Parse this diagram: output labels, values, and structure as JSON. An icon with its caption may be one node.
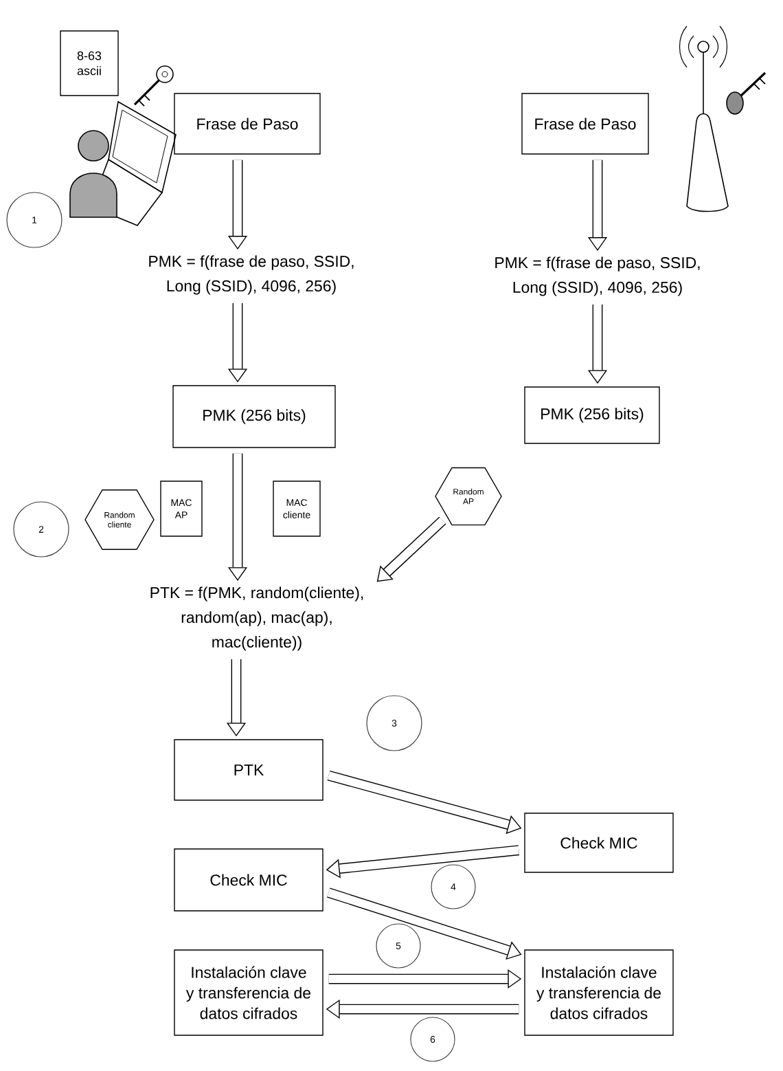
{
  "diagram": {
    "nodes": [
      {
        "text": [
          "8-63 ascii"
        ]
      },
      {
        "text": [
          "Frase de Paso"
        ]
      },
      {
        "text": [
          "Frase de Paso"
        ]
      },
      {
        "text": [
          "1"
        ]
      },
      {
        "text": [
          "PMK = f(frase de paso, SSID, Long (SSID), 4096, 256)"
        ]
      },
      {
        "text": [
          "PMK = f(frase de paso, SSID, Long (SSID), 4096, 256)"
        ]
      },
      {
        "text": [
          "PMK (256 bits)"
        ]
      },
      {
        "text": [
          "PMK (256 bits)"
        ]
      },
      {
        "text": [
          "2"
        ]
      },
      {
        "text": [
          "Random cliente"
        ]
      },
      {
        "text": [
          "MAC AP"
        ]
      },
      {
        "text": [
          "MAC cliente"
        ]
      },
      {
        "text": [
          "Random AP"
        ]
      },
      {
        "text": [
          "PTK = f(PMK, random(cliente), random(ap), mac(ap), mac(cliente))"
        ]
      },
      {
        "text": [
          "3"
        ]
      },
      {
        "text": [
          "PTK"
        ]
      },
      {
        "text": [
          "Check MIC"
        ]
      },
      {
        "text": [
          "Check MIC"
        ]
      },
      {
        "text": [
          "4"
        ]
      },
      {
        "text": [
          "5"
        ]
      },
      {
        "text": [
          "Instalación clave y transferencia de datos cifrados"
        ]
      },
      {
        "text": [
          "Instalación clave y transferencia de datos cifrados"
        ]
      },
      {
        "text": [
          "6"
        ]
      }
    ],
    "edges": [
      {
        "from": 1,
        "to": 4,
        "arrow": "to"
      },
      {
        "from": 4,
        "to": 6,
        "arrow": "to"
      },
      {
        "from": 2,
        "to": 5,
        "arrow": "to"
      },
      {
        "from": 5,
        "to": 7,
        "arrow": "to"
      },
      {
        "from": 6,
        "to": 13,
        "arrow": "to"
      },
      {
        "from": 12,
        "to": 13,
        "arrow": "to"
      },
      {
        "from": 13,
        "to": 15,
        "arrow": "to"
      },
      {
        "from": 15,
        "to": 16,
        "arrow": "to"
      },
      {
        "from": 16,
        "to": 17,
        "arrow": "to"
      },
      {
        "from": 17,
        "to": 21,
        "arrow": "to"
      },
      {
        "from": 20,
        "to": 21,
        "arrow": "to"
      },
      {
        "from": 21,
        "to": 20,
        "arrow": "to"
      }
    ]
  }
}
